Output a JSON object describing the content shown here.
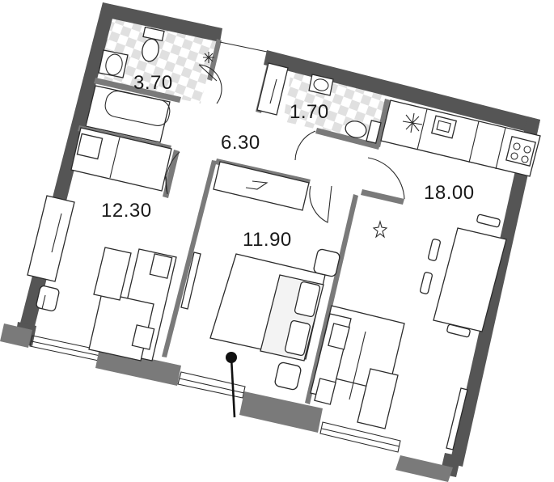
{
  "plan": {
    "rooms": [
      {
        "id": "bathroom",
        "area": "3.70"
      },
      {
        "id": "hallway",
        "area": "6.30"
      },
      {
        "id": "toilet",
        "area": "1.70"
      },
      {
        "id": "kitchen-living",
        "area": "18.00"
      },
      {
        "id": "bedroom-1",
        "area": "12.30"
      },
      {
        "id": "bedroom-2",
        "area": "11.90"
      }
    ],
    "colors": {
      "wall": "#555555",
      "wall_accent": "#7a7a7a",
      "line": "#2b2b2b",
      "tile_pattern": "#e0e0e0",
      "background": "#ffffff"
    },
    "icons": [
      "snowflake-icon",
      "entrance-marker-icon",
      "light-star-icon"
    ]
  }
}
